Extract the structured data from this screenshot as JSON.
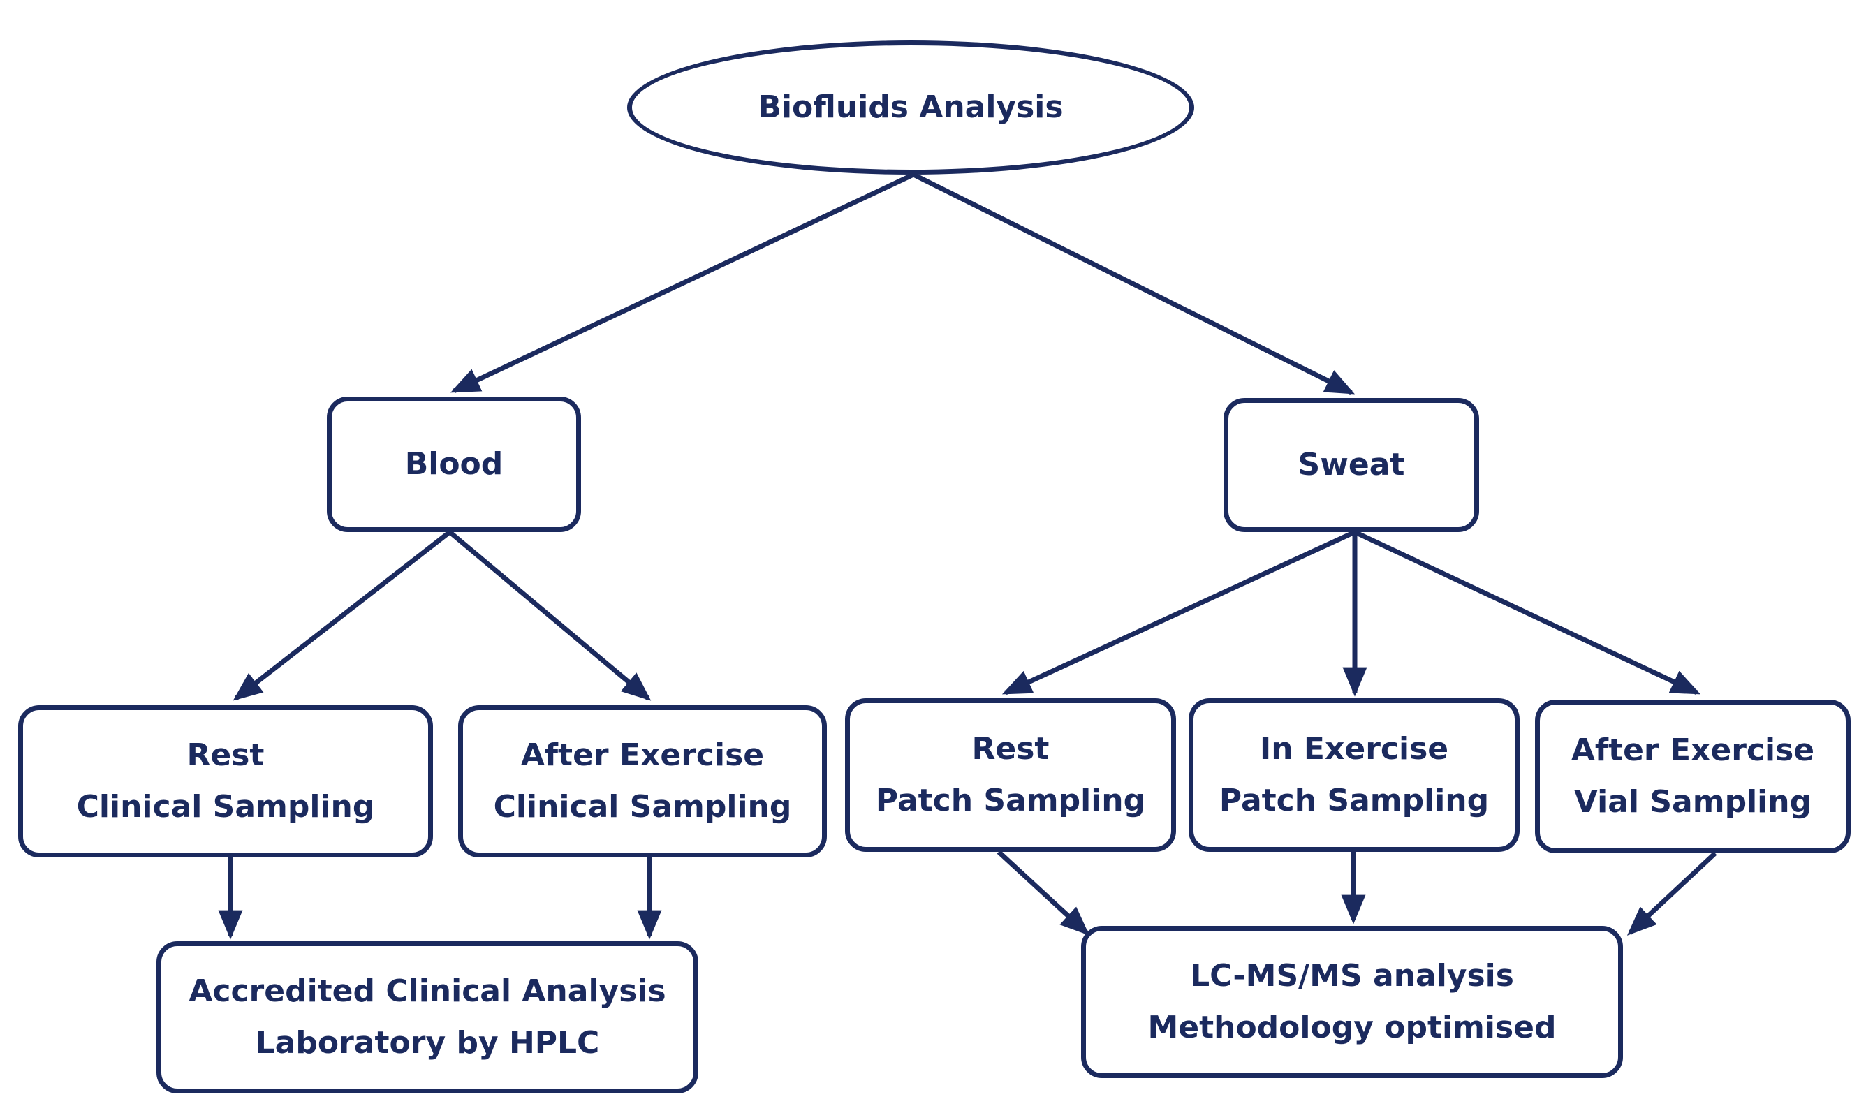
{
  "diagram": {
    "colors": {
      "stroke": "#1b2a5e",
      "text": "#1b2a5e",
      "background": "#ffffff"
    },
    "nodes": {
      "root": {
        "label": "Biofluids Analysis"
      },
      "blood": {
        "label": "Blood"
      },
      "sweat": {
        "label": "Sweat"
      },
      "blood_rest": {
        "lines": [
          "Rest",
          "Clinical Sampling"
        ]
      },
      "blood_after": {
        "lines": [
          "After Exercise",
          "Clinical Sampling"
        ]
      },
      "sweat_rest": {
        "lines": [
          "Rest",
          "Patch Sampling"
        ]
      },
      "sweat_in": {
        "lines": [
          "In Exercise",
          "Patch Sampling"
        ]
      },
      "sweat_after": {
        "lines": [
          "After Exercise",
          "Vial Sampling"
        ]
      },
      "blood_lab": {
        "lines": [
          "Accredited Clinical Analysis",
          "Laboratory by HPLC"
        ]
      },
      "sweat_lab": {
        "lines": [
          "LC-MS/MS analysis",
          "Methodology optimised"
        ]
      }
    },
    "edges": [
      {
        "from": "root",
        "to": "blood"
      },
      {
        "from": "root",
        "to": "sweat"
      },
      {
        "from": "blood",
        "to": "blood_rest"
      },
      {
        "from": "blood",
        "to": "blood_after"
      },
      {
        "from": "sweat",
        "to": "sweat_rest"
      },
      {
        "from": "sweat",
        "to": "sweat_in"
      },
      {
        "from": "sweat",
        "to": "sweat_after"
      },
      {
        "from": "blood_rest",
        "to": "blood_lab"
      },
      {
        "from": "blood_after",
        "to": "blood_lab"
      },
      {
        "from": "sweat_rest",
        "to": "sweat_lab"
      },
      {
        "from": "sweat_in",
        "to": "sweat_lab"
      },
      {
        "from": "sweat_after",
        "to": "sweat_lab"
      }
    ]
  }
}
